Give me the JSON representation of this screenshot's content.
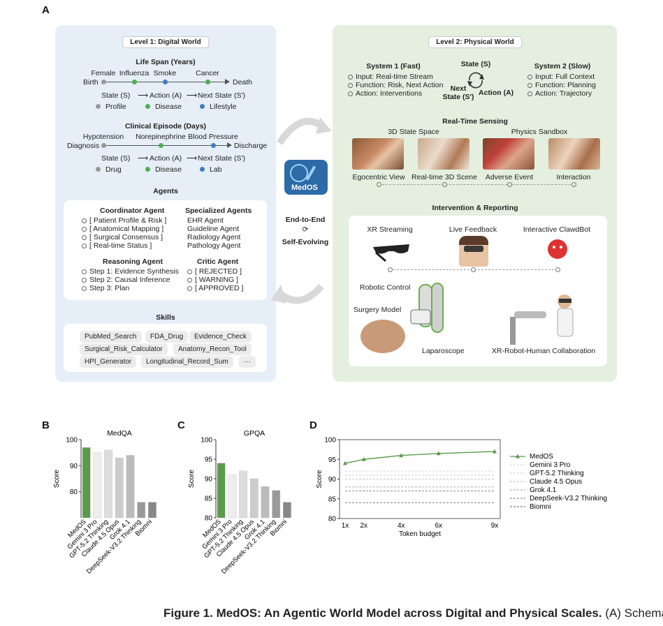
{
  "panels": {
    "a": "A",
    "b": "B",
    "c": "C",
    "d": "D"
  },
  "colors": {
    "digital_bg": "#e6eef7",
    "physical_bg": "#e4efe0",
    "medos_green": "#5a9a4a",
    "disease_green": "#4caf50",
    "lab_blue": "#3f7fbf",
    "profile_gray": "#999999"
  },
  "level1": {
    "title": "Level 1: Digital World",
    "lifespan": {
      "title": "Life Span (Years)",
      "events": [
        "Female",
        "Influenza",
        "Smoke",
        "Cancer"
      ],
      "start": "Birth",
      "end": "Death",
      "flow": [
        "State (S)",
        "Action (A)",
        "Next State (S')"
      ],
      "legend": [
        "Profile",
        "Disease",
        "Lifestyle"
      ]
    },
    "episode": {
      "title": "Clinical Episode (Days)",
      "events": [
        "Hypotension",
        "Norepinephrine",
        "Blood Pressure"
      ],
      "start": "Diagnosis",
      "end": "Discharge",
      "flow": [
        "State (S)",
        "Action (A)",
        "Next State (S')"
      ],
      "legend": [
        "Drug",
        "Disease",
        "Lab"
      ]
    },
    "agents": {
      "title": "Agents",
      "coordinator": {
        "title": "Coordinator Agent",
        "items": [
          "[ Patient Profile & Risk ]",
          "[ Anatomical Mapping ]",
          "[ Surgical Consensus ]",
          "[ Real-time Status ]"
        ]
      },
      "specialized": {
        "title": "Specialized Agents",
        "items": [
          "EHR Agent",
          "Guideline Agent",
          "Radiology Agent",
          "Pathology Agent"
        ]
      },
      "reasoning": {
        "title": "Reasoning Agent",
        "items": [
          "Step 1: Evidence Synthesis",
          "Step 2: Causal Inference",
          "Step 3: Plan"
        ]
      },
      "critic": {
        "title": "Critic Agent",
        "items": [
          "[ REJECTED ]",
          "[ WARNING ]",
          "[ APPROVED ]"
        ]
      }
    },
    "skills": {
      "title": "Skills",
      "items": [
        "PubMed_Search",
        "FDA_Drug",
        "Evidence_Check",
        "Surgical_Risk_Calculator",
        "Anatomy_Recon_Tool",
        "HPI_Generator",
        "Longitudinal_Record_Sum",
        "···"
      ]
    }
  },
  "center": {
    "logo": "MedOS",
    "line1": "End-to-End",
    "line2": "Self-Evolving"
  },
  "level2": {
    "title": "Level 2: Physical World",
    "system1": {
      "title": "System 1 (Fast)",
      "items": [
        "Input: Real-time Stream",
        "Function: Risk, Next Action",
        "Action: Interventions"
      ]
    },
    "system2": {
      "title": "System 2 (Slow)",
      "items": [
        "Input: Full Context",
        "Function: Planning",
        "Action: Trajectory"
      ]
    },
    "cycle": {
      "state": "State (S)",
      "next": "Next\nState (S')",
      "next1": "Next",
      "next2": "State (S')",
      "action": "Action (A)"
    },
    "sensing": {
      "title": "Real-Time Sensing",
      "left": "3D State Space",
      "right": "Physics Sandbox",
      "captions": [
        "Egocentric View",
        "Real-time 3D Scene",
        "Adverse Event",
        "Interaction"
      ]
    },
    "intervention": {
      "title": "Intervention & Reporting",
      "top": [
        "XR Streaming",
        "Live Feedback",
        "Interactive ClawdBot"
      ],
      "robotic_control": "Robotic Control",
      "surgery_model": "Surgery Model",
      "laparoscope": "Laparoscope",
      "collab": "XR-Robot-Human Collaboration"
    }
  },
  "chart_data": [
    {
      "type": "bar",
      "title": "MedQA",
      "ylabel": "Score",
      "ylim": [
        70,
        100
      ],
      "yticks": [
        80,
        90,
        100
      ],
      "categories": [
        "MedOS",
        "Gemini 3 Pro",
        "GPT-5.2 Thinking",
        "Claude 4.5 Opus",
        "Grok 4.1",
        "DeepSeek-V3.2 Thinking",
        "Biomni"
      ],
      "values": [
        97,
        95,
        96,
        93,
        94,
        76,
        76
      ],
      "colors": [
        "#5a9a4a",
        "#eeeeee",
        "#dddddd",
        "#cccccc",
        "#bbbbbb",
        "#999999",
        "#888888"
      ]
    },
    {
      "type": "bar",
      "title": "GPQA",
      "ylabel": "Score",
      "ylim": [
        80,
        100
      ],
      "yticks": [
        80,
        85,
        90,
        95,
        100
      ],
      "categories": [
        "MedOS",
        "Gemini 3 Pro",
        "GPT-5.2 Thinking",
        "Claude 4.5 Opus",
        "Grok 4.1",
        "DeepSeek-V3.2 Thinking",
        "Biomni"
      ],
      "values": [
        94,
        91,
        92,
        90,
        88,
        87,
        84
      ],
      "colors": [
        "#5a9a4a",
        "#eeeeee",
        "#dddddd",
        "#cccccc",
        "#bbbbbb",
        "#999999",
        "#888888"
      ]
    },
    {
      "type": "line",
      "xlabel": "Token budget",
      "ylabel": "Score",
      "ylim": [
        80,
        100
      ],
      "yticks": [
        80,
        85,
        90,
        95,
        100
      ],
      "x": [
        1,
        2,
        4,
        6,
        9
      ],
      "xtick_labels": [
        "1x",
        "2x",
        "4x",
        "6x",
        "9x"
      ],
      "series": [
        {
          "name": "MedOS",
          "values": [
            94,
            95,
            96,
            96.5,
            97
          ],
          "color": "#5a9a4a"
        },
        {
          "name": "Gemini 3 Pro",
          "values": [
            92,
            92,
            92,
            92,
            92
          ],
          "color": "#dcdcdc"
        },
        {
          "name": "GPT-5.2 Thinking",
          "values": [
            91,
            91,
            91,
            91,
            91
          ],
          "color": "#d0d0d0"
        },
        {
          "name": "Claude 4.5 Opus",
          "values": [
            90,
            90,
            90,
            90,
            90
          ],
          "color": "#c4c4c4"
        },
        {
          "name": "Grok 4.1",
          "values": [
            88,
            88,
            88,
            88,
            88
          ],
          "color": "#aaaaaa"
        },
        {
          "name": "DeepSeek-V3.2 Thinking",
          "values": [
            87,
            87,
            87,
            87,
            87
          ],
          "color": "#8a8a8a"
        },
        {
          "name": "Biomni",
          "values": [
            84,
            84,
            84,
            84,
            84
          ],
          "color": "#777777"
        }
      ],
      "legend": "right"
    }
  ],
  "caption": {
    "bold": "Figure 1. MedOS: An Agentic World Model across Digital and Physical Scales.",
    "rest": " (A) Schematic"
  }
}
